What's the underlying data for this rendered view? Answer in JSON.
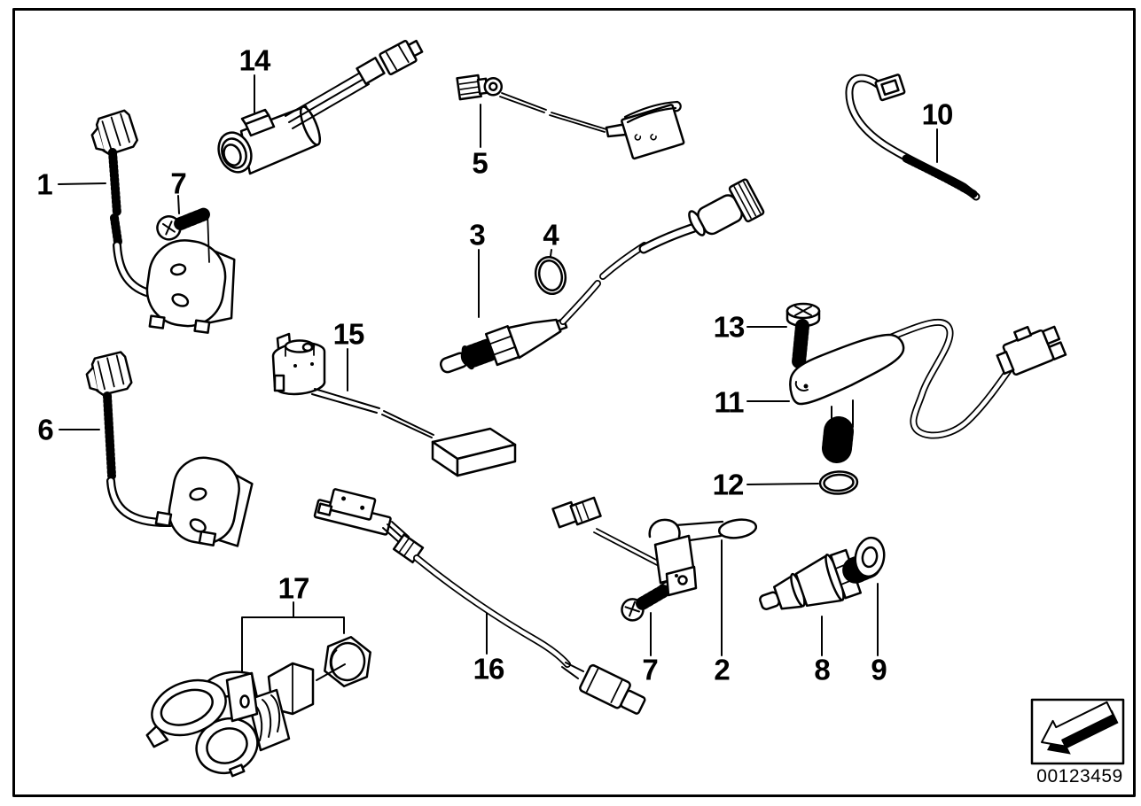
{
  "labels": {
    "p1": {
      "label": "1"
    },
    "p2": {
      "label": "2"
    },
    "p3": {
      "label": "3"
    },
    "p4": {
      "label": "4"
    },
    "p5": {
      "label": "5"
    },
    "p6": {
      "label": "6"
    },
    "p7": {
      "label": "7"
    },
    "p8": {
      "label": "8"
    },
    "p9": {
      "label": "9"
    },
    "p10": {
      "label": "10"
    },
    "p11": {
      "label": "11"
    },
    "p12": {
      "label": "12"
    },
    "p13": {
      "label": "13"
    },
    "p14": {
      "label": "14"
    },
    "p15": {
      "label": "15"
    },
    "p16": {
      "label": "16"
    },
    "p17": {
      "label": "17"
    }
  },
  "footer": {
    "image_number": "00123459"
  }
}
